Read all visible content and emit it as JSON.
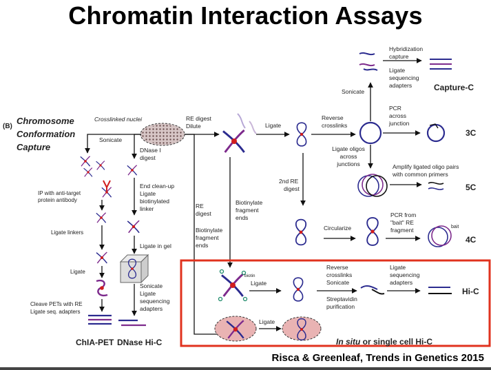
{
  "title": "Chromatin Interaction Assays",
  "citation": "Risca & Greenleaf, Trends in Genetics 2015",
  "figure": {
    "panel_label": "(B)",
    "heading_lines": [
      "Chromosome",
      "Conformation",
      "Capture"
    ],
    "crosslinked_nuclei": "Crosslinked nuclei",
    "sonicate": "Sonicate",
    "dnase_digest": [
      "DNase I",
      "digest"
    ],
    "end_cleanup": [
      "End clean-up",
      "Ligate",
      "biotinylated",
      "linker"
    ],
    "ligate_in_gel": "Ligate in gel",
    "dnase_final": [
      "Sonicate",
      "Ligate",
      "sequencing",
      "adapters"
    ],
    "ip_text": [
      "IP with anti-target",
      "protein antibody"
    ],
    "ligate_linkers": "Ligate linkers",
    "ligate": "Ligate",
    "cleave_pets": [
      "Cleave PETs with RE",
      "Ligate seq. adapters"
    ],
    "chia_pet": "ChIA-PET",
    "dnase_hic": "DNase Hi-C",
    "re_digest_dilute": [
      "RE digest",
      "Dilute"
    ],
    "re_digest": [
      "RE",
      "digest"
    ],
    "biotinylate_fragment_ends": [
      "Biotinylate",
      "fragment",
      "ends"
    ],
    "reverse_crosslinks": [
      "Reverse",
      "crosslinks"
    ],
    "ligate_oligos": [
      "Ligate oligos",
      "across",
      "junctions"
    ],
    "second_re_digest": [
      "2nd RE",
      "digest"
    ],
    "hybridization_capture": [
      "Hybridization",
      "capture"
    ],
    "ligate_seq_adapters": [
      "Ligate",
      "sequencing",
      "adapters"
    ],
    "capture_c": "Capture-C",
    "pcr_across": [
      "PCR",
      "across",
      "junction"
    ],
    "three_c": "3C",
    "amplify": [
      "Amplify ligated oligo pairs",
      "with common primers"
    ],
    "five_c": "5C",
    "circularize": "Circularize",
    "pcr_from_bait": [
      "PCR from",
      "\"bait\" RE",
      "fragment"
    ],
    "bait": "bait",
    "four_c": "4C",
    "biotin": "biotin",
    "hic_reverse": [
      "Reverse",
      "crosslinks",
      "Sonicate",
      "Streptavidin",
      "purification"
    ],
    "hic_ligate_adapters": [
      "Ligate",
      "sequencing",
      "adapters"
    ],
    "hi_c": "Hi-C",
    "insitu_italic": "In situ",
    "insitu_rest": " or single cell Hi-C",
    "colors": {
      "strand_a": "#2b2b8f",
      "strand_b": "#7d2a8c",
      "crosslink": "#d11d1d",
      "highlight": "#e0321e",
      "nucleus": "#e9b3b3"
    }
  }
}
